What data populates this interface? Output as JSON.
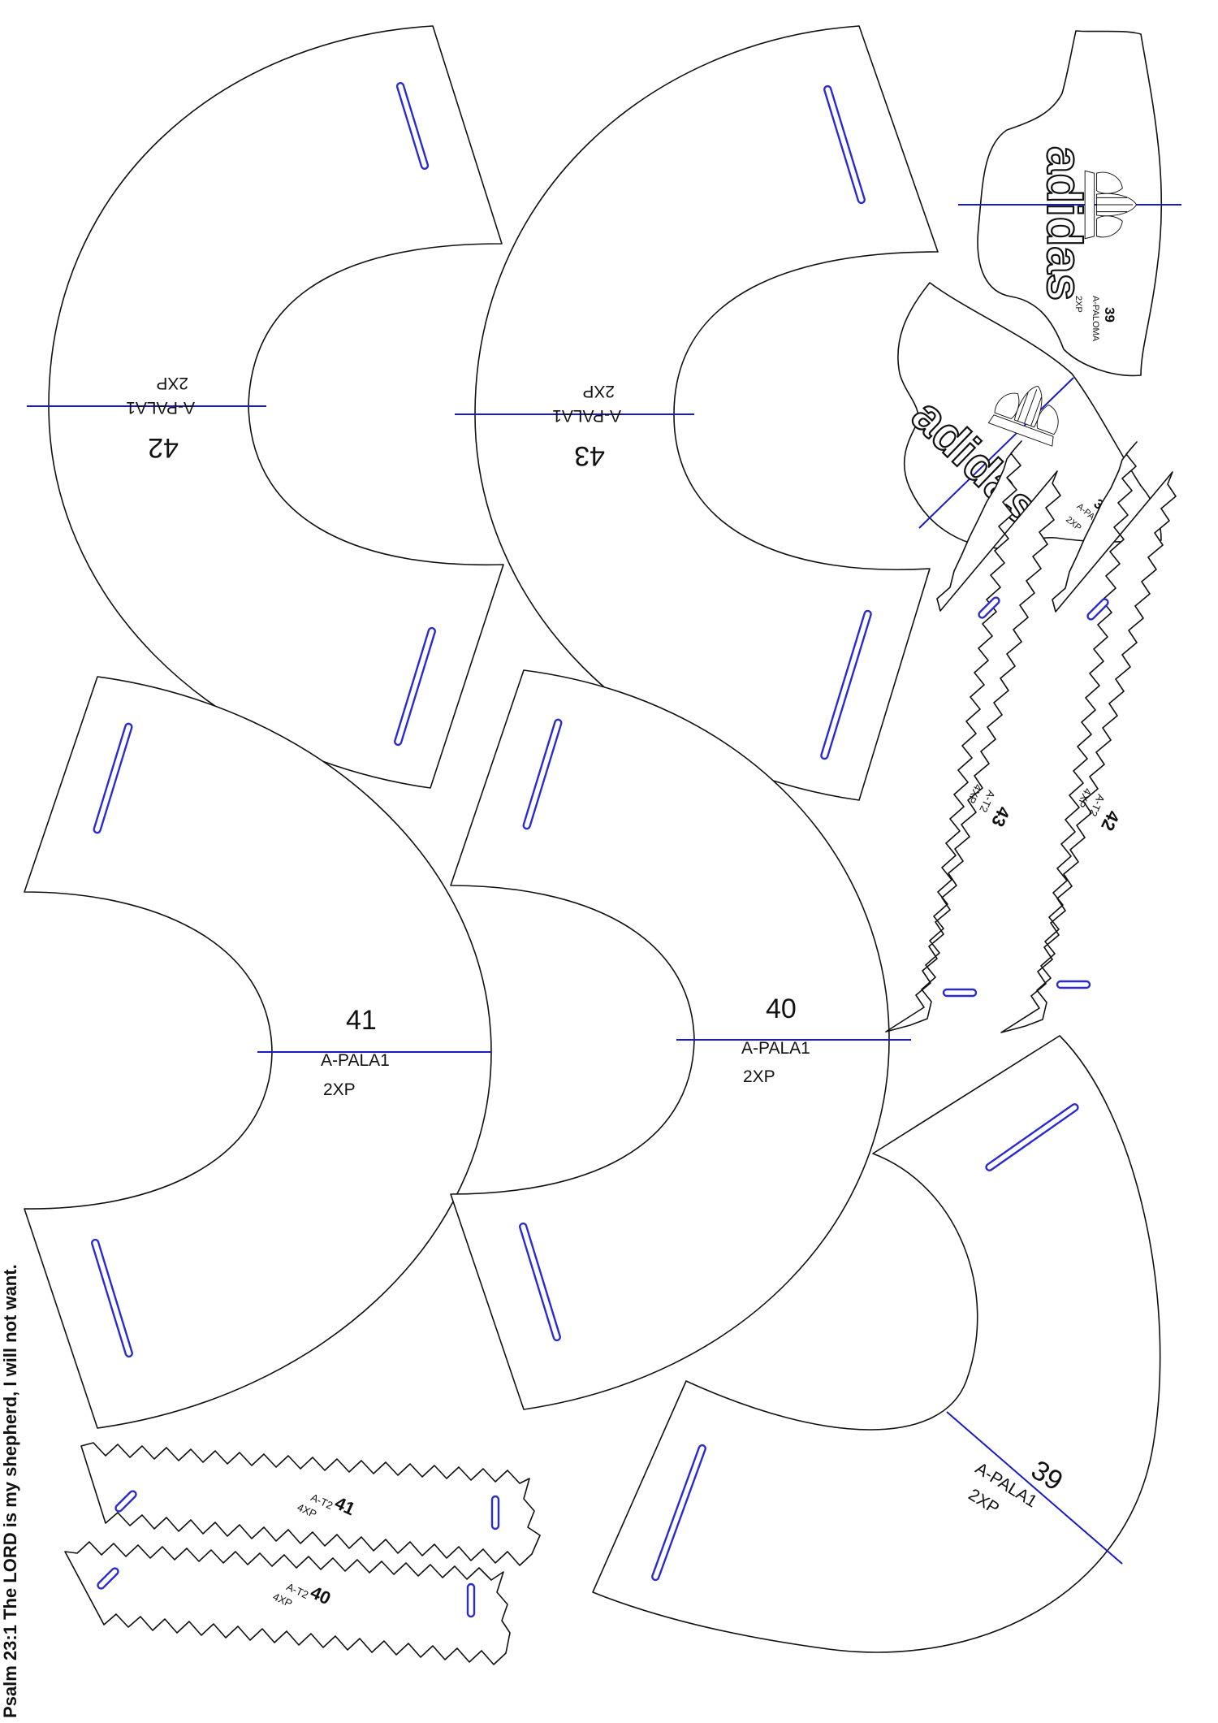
{
  "palas": [
    {
      "size": "42",
      "code": "A-PALA1",
      "qty": "2XP"
    },
    {
      "size": "43",
      "code": "A-PALA1",
      "qty": "2XP"
    },
    {
      "size": "41",
      "code": "A-PALA1",
      "qty": "2XP"
    },
    {
      "size": "40",
      "code": "A-PALA1",
      "qty": "2XP"
    },
    {
      "size": "39",
      "code": "A-PALA1",
      "qty": "2XP"
    }
  ],
  "palomas": [
    {
      "size": "39",
      "code": "A-PALOMA",
      "qty": "2XP",
      "brand": "adidas"
    },
    {
      "size": "39",
      "code": "A-PALOMA",
      "qty": "2XP",
      "brand": "adidas"
    }
  ],
  "straps": [
    {
      "size": "43",
      "code": "A-T2",
      "qty": "4XP"
    },
    {
      "size": "42",
      "code": "A-T2",
      "qty": "4XP"
    },
    {
      "size": "41",
      "code": "A-T2",
      "qty": "4XP"
    },
    {
      "size": "40",
      "code": "A-T2",
      "qty": "4XP"
    }
  ],
  "colors": {
    "outline": "#111111",
    "guide": "#1a1ac8"
  },
  "footer": "Psalm 23:1 The LORD is my shepherd, I will not want."
}
